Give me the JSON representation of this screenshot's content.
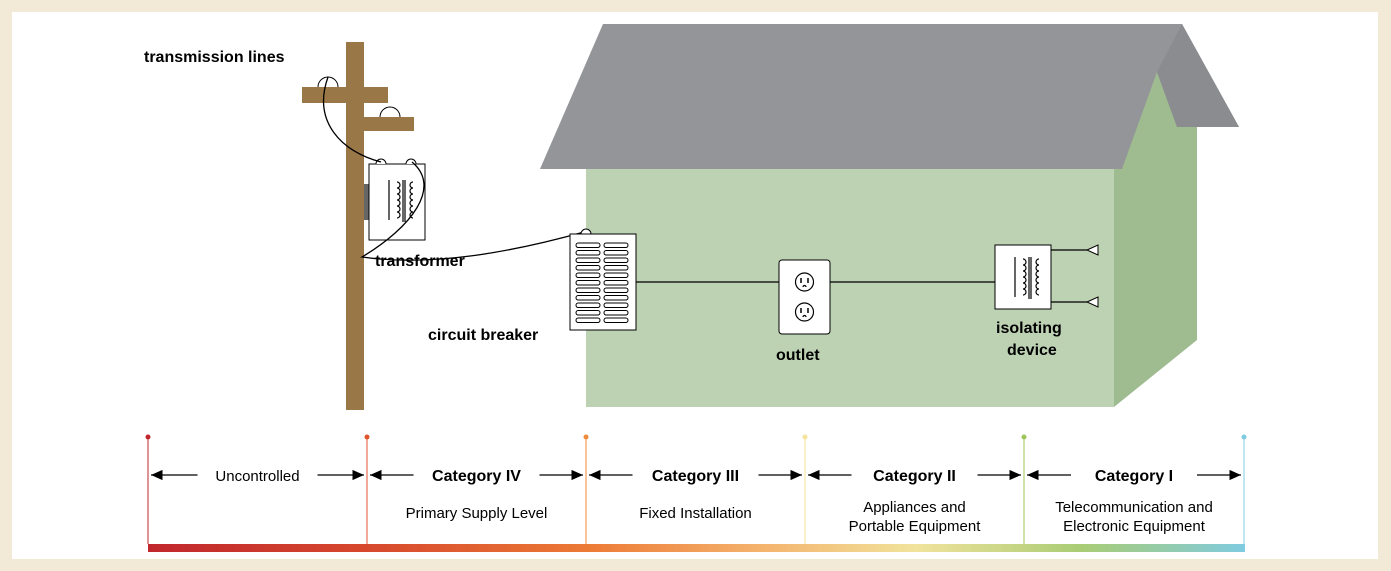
{
  "labels": {
    "transmission_lines": "transmission lines",
    "transformer": "transformer",
    "circuit_breaker": "circuit breaker",
    "outlet": "outlet",
    "isolating_device_line1": "isolating",
    "isolating_device_line2": "device"
  },
  "scale": [
    {
      "name": "Uncontrolled",
      "description_line1": "",
      "description_line2": "",
      "color": "#c0272d"
    },
    {
      "name": "Category IV",
      "description_line1": "Primary Supply Level",
      "description_line2": "",
      "color": "#e0542c"
    },
    {
      "name": "Category III",
      "description_line1": "Fixed Installation",
      "description_line2": "",
      "color": "#ef8a3a"
    },
    {
      "name": "Category II",
      "description_line1": "Appliances and",
      "description_line2": "Portable Equipment",
      "color": "#f4e39a"
    },
    {
      "name": "Category I",
      "description_line1": "Telecommunication and",
      "description_line2": "Electronic Equipment",
      "color": "#9cc55a"
    }
  ],
  "colors": {
    "background_border": "#f2ead6",
    "roof": "#939598",
    "house_front": "#bdd2b3",
    "house_side": "#9fbb90",
    "pole": "#9a7746",
    "end_marker": "#7fcbe0"
  }
}
